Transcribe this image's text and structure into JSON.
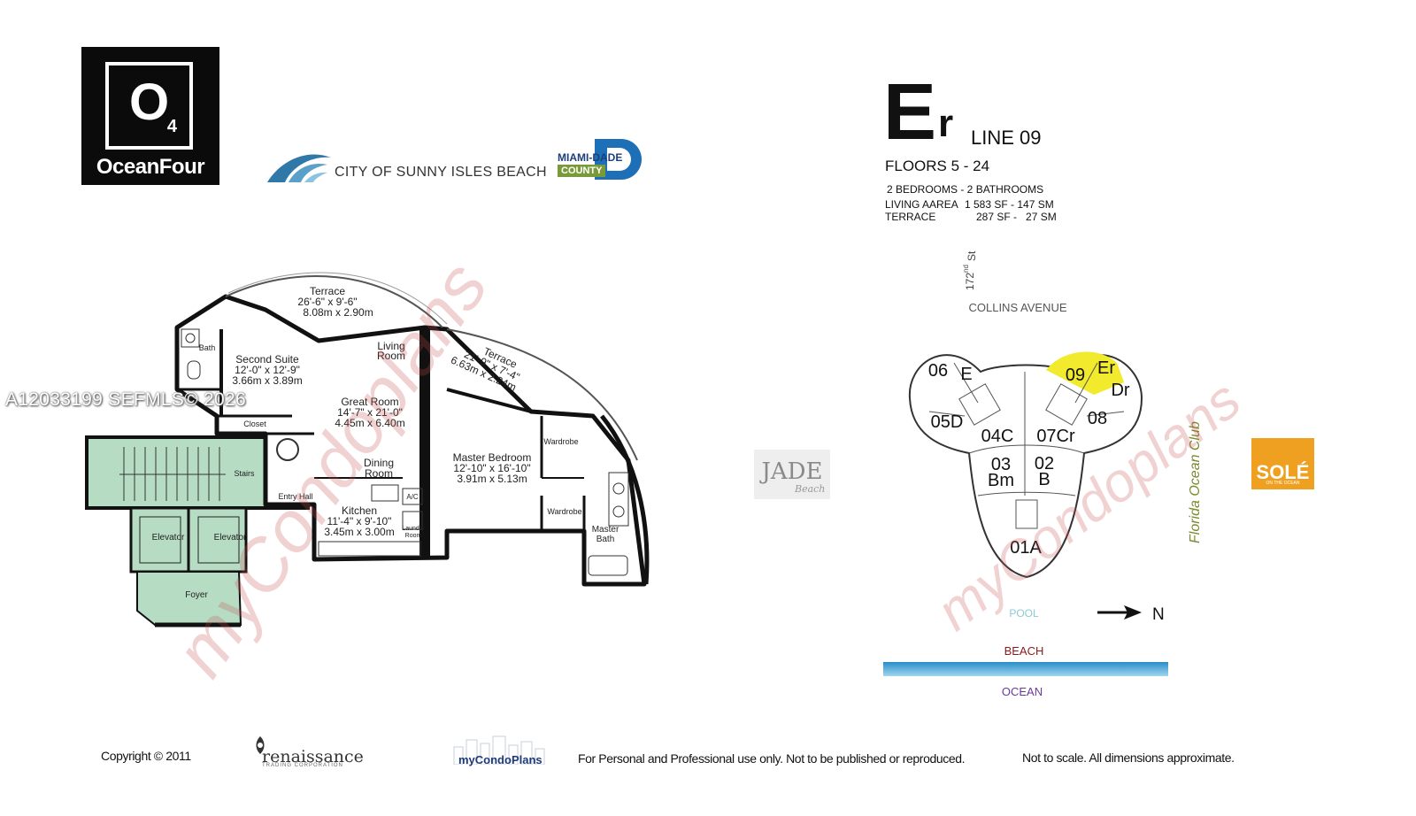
{
  "logo": {
    "letter": "O",
    "number": "4",
    "name": "OceanFour"
  },
  "city_logo": {
    "text": "CITY OF SUNNY ISLES BEACH"
  },
  "county_logo": {
    "line1": "MIAMI-DADE",
    "line2": "COUNTY"
  },
  "unit": {
    "letter": "E",
    "suffix": "r",
    "line": "LINE 09",
    "floors": "FLOORS 5 - 24",
    "bedrooms": "2 BEDROOMS - 2 BATHROOMS",
    "living_label": "LIVING AAREA",
    "living_value": "1 583 SF - 147 SM",
    "terrace_label": "TERRACE",
    "terrace_value": "287 SF -   27 SM"
  },
  "mls_watermark": "A12033199  SEFMLS© 2026",
  "watermark": "myCondoplans",
  "floorplan": {
    "terrace_top": {
      "name": "Terrace",
      "imperial": "26'-6\" x 9'-6\"",
      "metric": "8.08m x 2.90m"
    },
    "terrace_right": {
      "name": "Terrace",
      "imperial": "21'-9\" x 7'-4\"",
      "metric": "6.63m x 2.24m"
    },
    "second_suite": {
      "name": "Second Suite",
      "imperial": "12'-0\" x 12'-9\"",
      "metric": "3.66m x 3.89m"
    },
    "bath": "Bath",
    "living_room": [
      "Living",
      "Room"
    ],
    "great_room": {
      "name": "Great Room",
      "imperial": "14'-7\" x 21'-0\"",
      "metric": "4.45m x 6.40m"
    },
    "closet": "Closet",
    "stairs": "Stairs",
    "entry_hall": "Entry Hall",
    "dining_room": [
      "Dining",
      "Room"
    ],
    "ac": "A/C",
    "kitchen": {
      "name": "Kitchen",
      "imperial": "11'-4\" x 9'-10\"",
      "metric": "3.45m x 3.00m"
    },
    "laundry": [
      "Laundry",
      "Room"
    ],
    "master_bedroom": {
      "name": "Master Bedroom",
      "imperial": "12'-10\" x 16'-10\"",
      "metric": "3.91m x 5.13m"
    },
    "wardrobe_top": "Wardrobe",
    "wardrobe_bottom": "Wardrobe",
    "master_bath": [
      "Master",
      "Bath"
    ],
    "elevator_left": "Elevator",
    "elevator_right": "Elevator",
    "foyer": "Foyer"
  },
  "keyplan": {
    "street_number": "172",
    "street_suffix": "nd",
    "street_word": "St",
    "avenue": "COLLINS AVENUE",
    "units": {
      "u06": "06",
      "uE": "E",
      "u09": "09",
      "uEr": "Er",
      "uDr": "Dr",
      "u05D": "05D",
      "u04C": "04C",
      "u07Cr": "07Cr",
      "u08": "08",
      "u03": "03",
      "uBm": "Bm",
      "u02": "02",
      "uB": "B",
      "u01A": "01A"
    },
    "highlight_color": "#f2ea2c",
    "club": "Florida Ocean Club",
    "pool": "POOL",
    "north": "N",
    "beach": "BEACH",
    "ocean": "OCEAN"
  },
  "jade_logo": {
    "text": "JADE",
    "sub": "Beach"
  },
  "sole_logo": {
    "text": "SOLÉ",
    "sub": "ON THE OCEAN"
  },
  "footer": {
    "copyright": "Copyright © 2011",
    "renaissance": "renaissance",
    "renaissance_sub": "TRADING CORPORATION",
    "mcp": "myCondoPlans",
    "personal": "For Personal and Professional use only.  Not to be published or reproduced.",
    "notscale": "Not to scale.  All dimensions approximate."
  }
}
